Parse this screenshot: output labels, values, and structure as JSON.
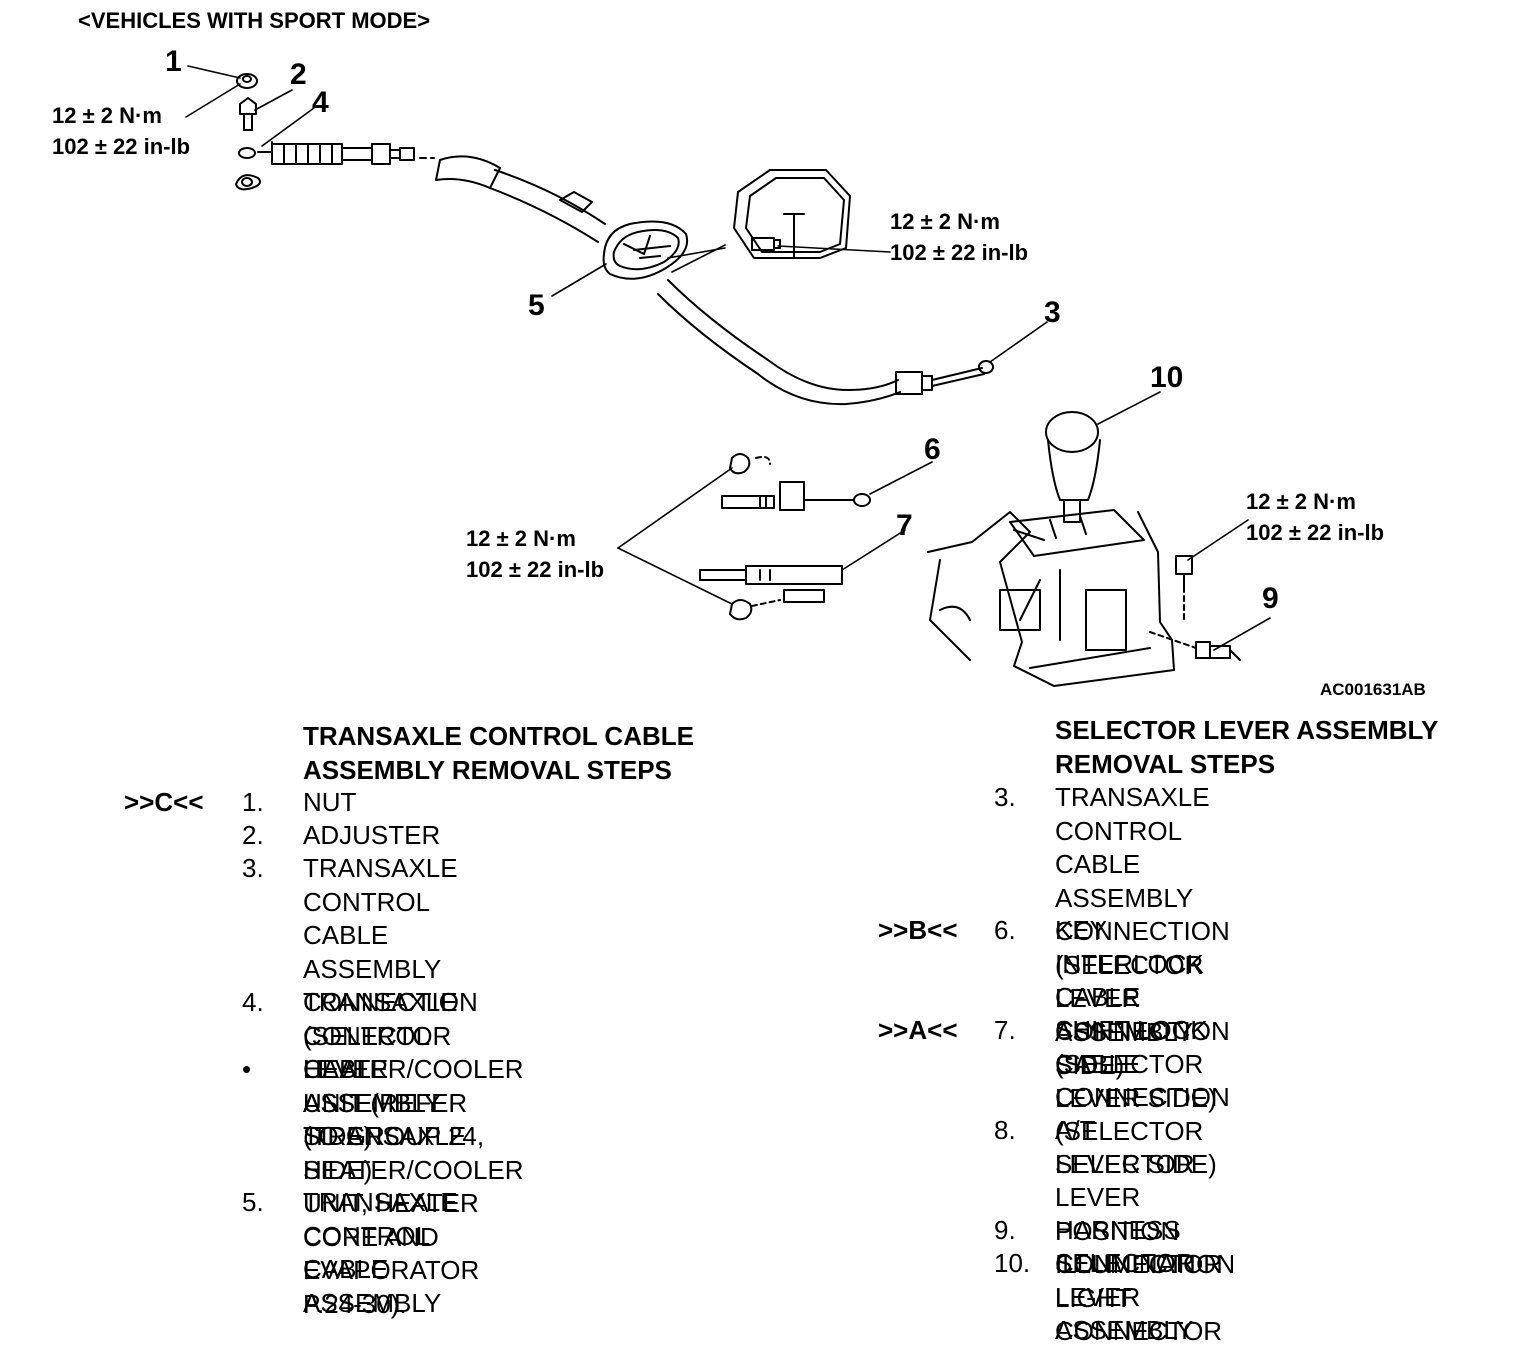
{
  "header": {
    "title": "<VEHICLES WITH SPORT MODE>"
  },
  "callouts": {
    "c1": "1",
    "c2": "2",
    "c3": "3",
    "c4": "4",
    "c5": "5",
    "c6": "6",
    "c7": "7",
    "c9": "9",
    "c10": "10"
  },
  "torques": {
    "t1": {
      "metric": "12 ± 2 N·m",
      "imperial": "102 ± 22 in-lb"
    },
    "t5": {
      "metric": "12 ± 2 N·m",
      "imperial": "102 ± 22 in-lb"
    },
    "t67": {
      "metric": "12 ± 2 N·m",
      "imperial": "102 ± 22 in-lb"
    },
    "t9": {
      "metric": "12 ±  2 N·m",
      "imperial": "102 ± 22 in-lb"
    }
  },
  "figure_ref": "AC001631AB",
  "left_procedure": {
    "title_line1": "TRANSAXLE CONTROL CABLE",
    "title_line2": "ASSEMBLY REMOVAL STEPS",
    "steps": [
      {
        "mark": ">>C<<",
        "num": "1.",
        "text": "NUT"
      },
      {
        "mark": "",
        "num": "2.",
        "text": "ADJUSTER"
      },
      {
        "mark": "",
        "num": "3.",
        "text": "TRANSAXLE CONTROL CABLE\nASSEMBLY CONNECTION\n(SELECTOR LEVER ASSEMBLY\nSIDE)"
      },
      {
        "mark": "",
        "num": "4.",
        "text": "TRANSAXLE CONTROL CABLE\nASSEMBLY (TRANSAXLE SIDE)"
      },
      {
        "mark": "",
        "num": "•",
        "text": "HEATER/COOLER UNIT (REFER\nTO GROUP 24, HEATER/COOLER\nUNIT, HEATER CORE AND\nEVAPORATOR P.24-30)."
      },
      {
        "mark": "",
        "num": "5.",
        "text": "TRANSAXLE CONTROL CABLE\nASSEMBLY"
      }
    ]
  },
  "right_procedure": {
    "title_line1": "SELECTOR LEVER ASSEMBLY",
    "title_line2": "REMOVAL STEPS",
    "steps": [
      {
        "mark": "",
        "num": "3.",
        "text": "TRANSAXLE CONTROL CABLE\nASSEMBLY CONNECTION\n(SELECTOR LEVER ASSEMBLY\nSIDE)"
      },
      {
        "mark": ">>B<<",
        "num": "6.",
        "text": "KEY INTERLOCK CABLE\nCONNECTION (SELECTOR\nLEVER SIDE)"
      },
      {
        "mark": ">>A<<",
        "num": "7.",
        "text": "SHIFT LOCK CABLE\nCONNECTION (SELECTOR\nLEVER SIDE)"
      },
      {
        "mark": "",
        "num": "8.",
        "text": "A/T SELECTOR LEVER POSITION\nILLUMINATION LIGHT\nCONNECTOR"
      },
      {
        "mark": "",
        "num": "9.",
        "text": "HARNESS CONNECTOR"
      },
      {
        "mark": "",
        "num": "10.",
        "text": "SELECTOR LEVER ASSEMBLY"
      }
    ]
  }
}
